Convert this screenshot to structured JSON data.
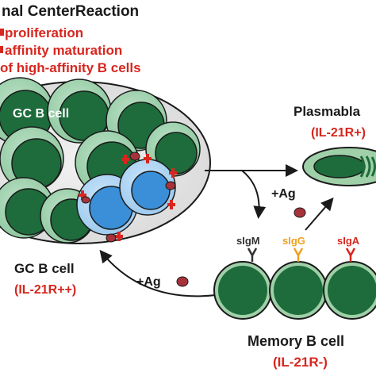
{
  "header": {
    "title": "nal CenterReaction",
    "bullets": [
      "proliferation",
      "affinity maturation",
      "of high-affinity B cells"
    ]
  },
  "gc": {
    "cell_label": "GC B cell",
    "bottom_label": "GC B cell",
    "bottom_receptor": "(IL-21R++)"
  },
  "plasmablast": {
    "label": "Plasmabla",
    "receptor": "(IL-21R+)"
  },
  "antigen": {
    "top_label": "+Ag",
    "bottom_label": "+Ag"
  },
  "memory": {
    "receptors": [
      "sIgM",
      "sIgG",
      "sIgA"
    ],
    "label": "Memory B cell",
    "receptor": "(IL-21R-)"
  },
  "colors": {
    "red_text": "#d7261e",
    "cell_green": "#1e6b3b",
    "cell_outline": "#1a1a1a",
    "tfh_blue": "#3a8fd8",
    "antigen_red": "#a8323a",
    "igm_color": "#333333",
    "igg_color": "#f0a020",
    "iga_color": "#d7261e"
  }
}
